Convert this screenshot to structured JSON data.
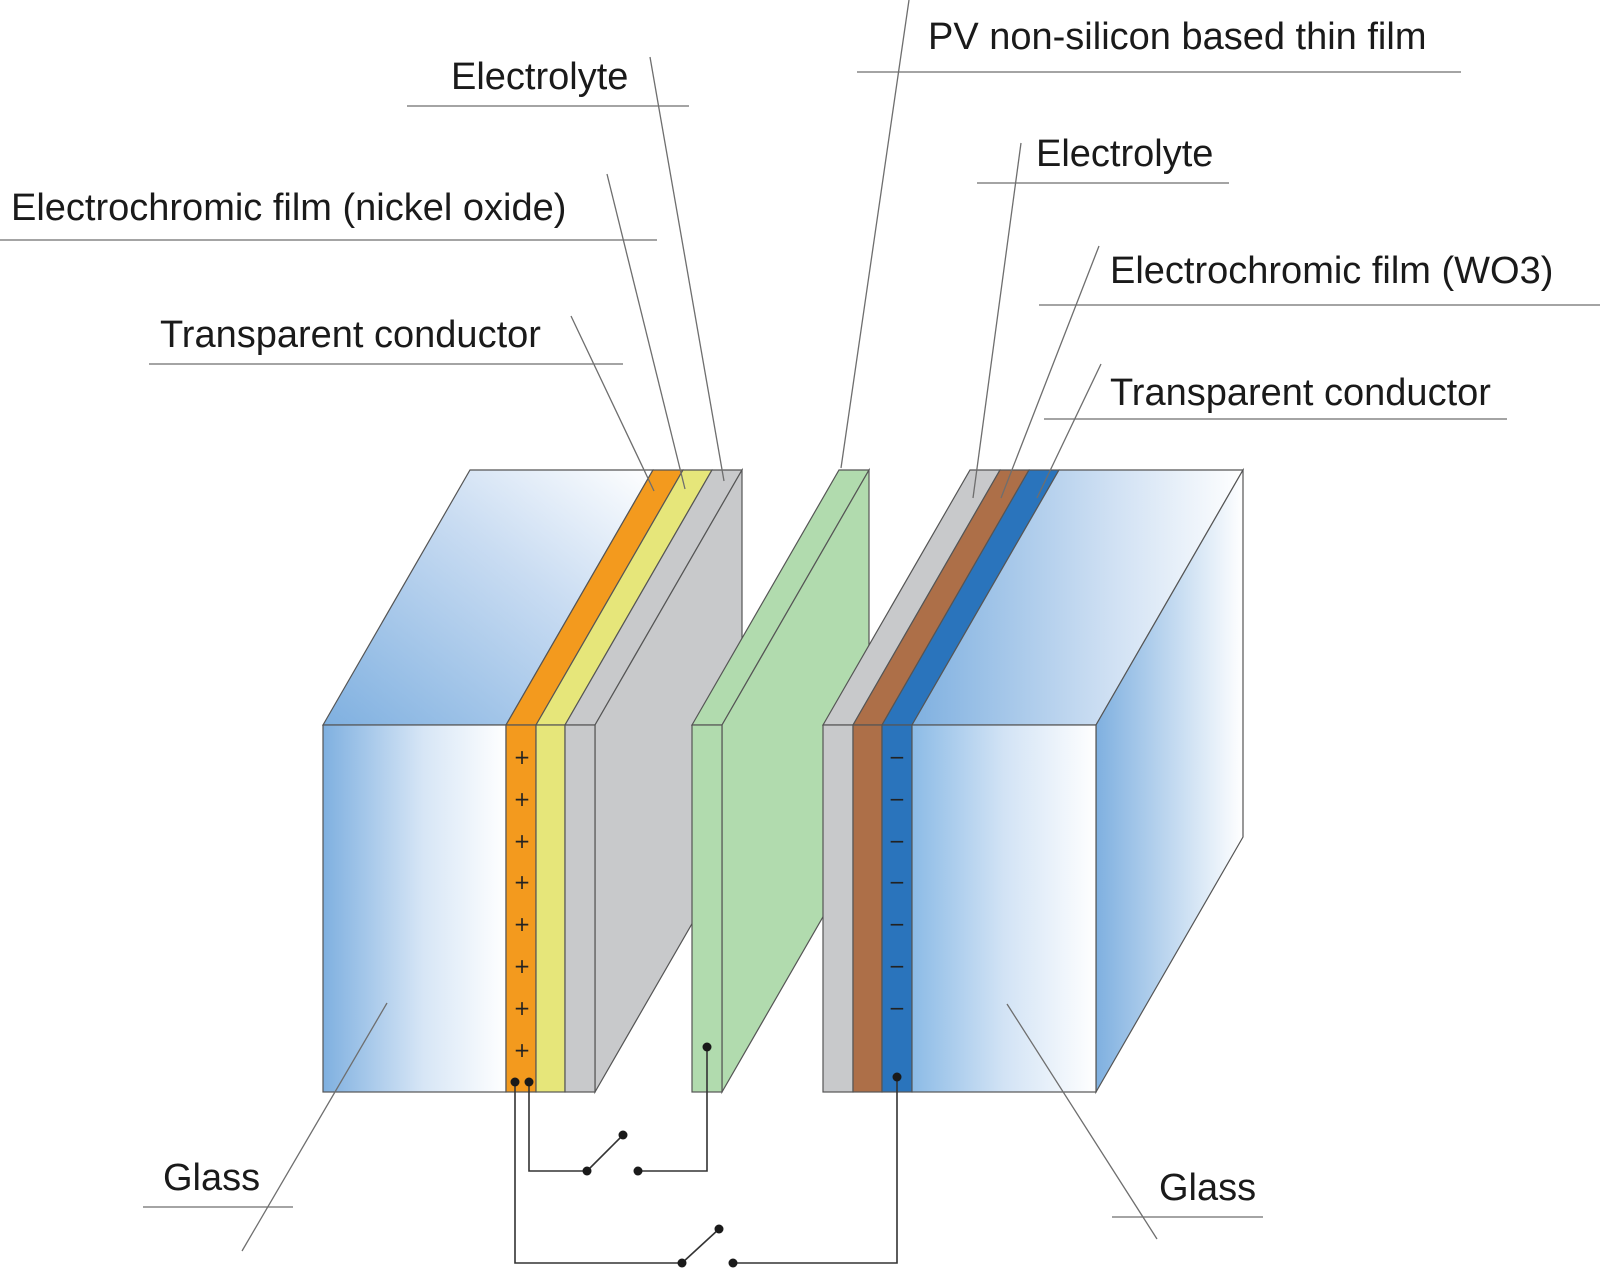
{
  "labels": {
    "pv_film": "PV non-silicon based thin film",
    "electrolyte_left": "Electrolyte",
    "electrolyte_right": "Electrolyte",
    "ec_nickel": "Electrochromic film (nickel oxide)",
    "ec_wo3": "Electrochromic film (WO3)",
    "tc_left": "Transparent conductor",
    "tc_right": "Transparent conductor",
    "glass_left": "Glass",
    "glass_right": "Glass"
  },
  "charges": {
    "positive_symbol": "+",
    "negative_symbol": "−"
  },
  "colors": {
    "glass_blue": "#7fb0e0",
    "orange_conductor": "#f39a1e",
    "nickel_oxide_yellow": "#e6e67a",
    "electrolyte_gray": "#c8c9cb",
    "pv_green": "#b1dbae",
    "wo3_brown": "#ad6f48",
    "conductor_blue": "#2a74bc"
  }
}
